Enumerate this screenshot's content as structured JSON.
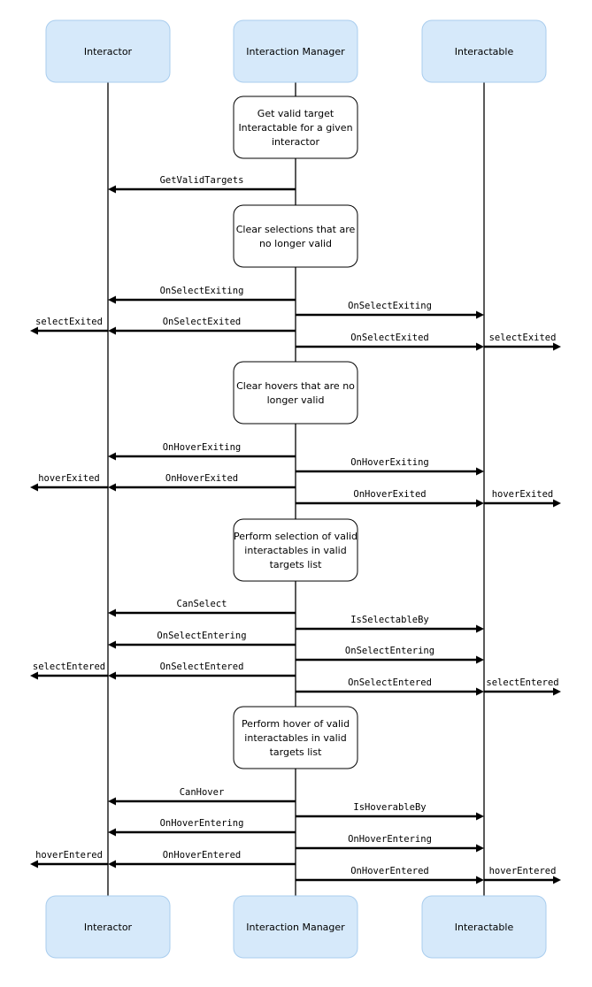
{
  "actors": [
    "Interactor",
    "Interaction Manager",
    "Interactable"
  ],
  "sections": [
    {
      "note": [
        "Get valid target",
        "Interactable for a given",
        "interactor"
      ],
      "messages": [
        {
          "label": "GetValidTargets",
          "from": "Interaction Manager",
          "to": "Interactor"
        }
      ]
    },
    {
      "note": [
        "Clear selections that are",
        "no longer valid"
      ],
      "messages": [
        {
          "label": "OnSelectExiting",
          "from": "Interaction Manager",
          "to": "Interactor"
        },
        {
          "label": "OnSelectExiting",
          "from": "Interaction Manager",
          "to": "Interactable"
        },
        {
          "label": "OnSelectExited",
          "from": "Interaction Manager",
          "to": "Interactor",
          "event": "selectExited"
        },
        {
          "label": "OnSelectExited",
          "from": "Interaction Manager",
          "to": "Interactable",
          "event": "selectExited"
        }
      ]
    },
    {
      "note": [
        "Clear hovers that are no",
        "longer valid"
      ],
      "messages": [
        {
          "label": "OnHoverExiting",
          "from": "Interaction Manager",
          "to": "Interactor"
        },
        {
          "label": "OnHoverExiting",
          "from": "Interaction Manager",
          "to": "Interactable"
        },
        {
          "label": "OnHoverExited",
          "from": "Interaction Manager",
          "to": "Interactor",
          "event": "hoverExited"
        },
        {
          "label": "OnHoverExited",
          "from": "Interaction Manager",
          "to": "Interactable",
          "event": "hoverExited"
        }
      ]
    },
    {
      "note": [
        "Perform selection of valid",
        "interactables in valid",
        "targets list"
      ],
      "messages": [
        {
          "label": "CanSelect",
          "from": "Interaction Manager",
          "to": "Interactor"
        },
        {
          "label": "IsSelectableBy",
          "from": "Interaction Manager",
          "to": "Interactable"
        },
        {
          "label": "OnSelectEntering",
          "from": "Interaction Manager",
          "to": "Interactor"
        },
        {
          "label": "OnSelectEntering",
          "from": "Interaction Manager",
          "to": "Interactable"
        },
        {
          "label": "OnSelectEntered",
          "from": "Interaction Manager",
          "to": "Interactor",
          "event": "selectEntered"
        },
        {
          "label": "OnSelectEntered",
          "from": "Interaction Manager",
          "to": "Interactable",
          "event": "selectEntered"
        }
      ]
    },
    {
      "note": [
        "Perform hover of valid",
        "interactables in valid",
        "targets list"
      ],
      "messages": [
        {
          "label": "CanHover",
          "from": "Interaction Manager",
          "to": "Interactor"
        },
        {
          "label": "IsHoverableBy",
          "from": "Interaction Manager",
          "to": "Interactable"
        },
        {
          "label": "OnHoverEntering",
          "from": "Interaction Manager",
          "to": "Interactor"
        },
        {
          "label": "OnHoverEntering",
          "from": "Interaction Manager",
          "to": "Interactable"
        },
        {
          "label": "OnHoverEntered",
          "from": "Interaction Manager",
          "to": "Interactor",
          "event": "hoverEntered"
        },
        {
          "label": "OnHoverEntered",
          "from": "Interaction Manager",
          "to": "Interactable",
          "event": "hoverEntered"
        }
      ]
    }
  ],
  "colors": {
    "actor_fill": "#d6e9fa",
    "actor_border": "#a9cdee",
    "line": "#000000"
  }
}
